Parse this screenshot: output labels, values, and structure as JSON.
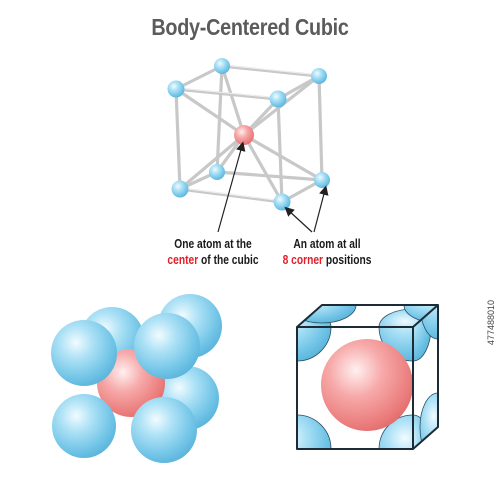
{
  "title": "Body-Centered Cubic",
  "captions": {
    "center": {
      "line1": "One atom at the",
      "highlight": "center",
      "rest": " of the cubic"
    },
    "corner": {
      "line1": "An atom at all",
      "highlight": "8 corner",
      "rest": " positions"
    }
  },
  "stock_id": "477488010",
  "colors": {
    "corner_atom": "#7ccbe9",
    "center_atom": "#f08a8a",
    "highlight_text": "#e0202a",
    "frame": "#c9c9c9",
    "title": "#5b5b5b"
  }
}
